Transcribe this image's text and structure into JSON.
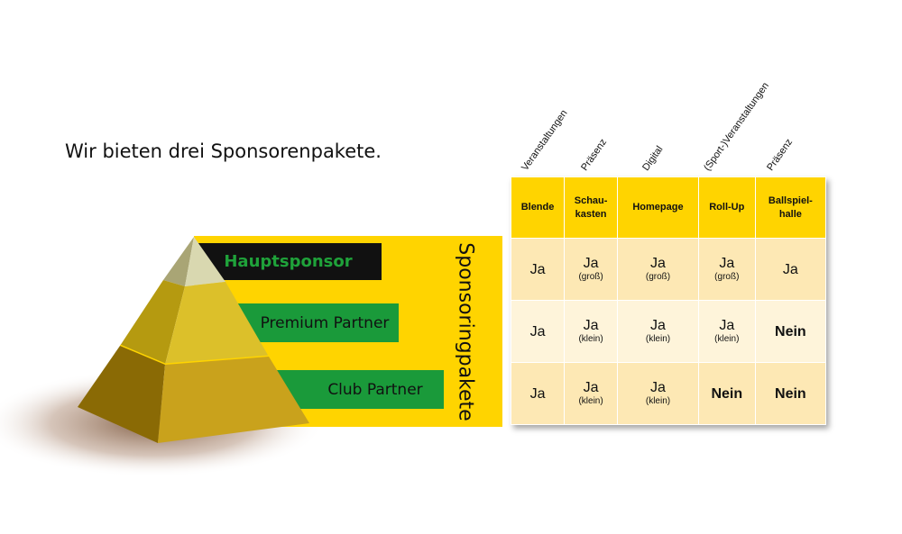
{
  "title": "Wir bieten drei Sponsorenpakete.",
  "pyramid": {
    "side_label": "Sponsoringpakete",
    "tiers": [
      "Hauptsponsor",
      "Premium Partner",
      "Club Partner"
    ]
  },
  "categories": [
    "Veranstaltungen",
    "Präsenz",
    "Digital",
    "(Sport-)Veranstaltungen",
    "Präsenz"
  ],
  "table": {
    "headers": [
      "Blende",
      "Schau-\nkasten",
      "Homepage",
      "Roll-Up",
      "Ballspiel-\nhalle"
    ],
    "rows": [
      [
        {
          "main": "Ja",
          "sub": ""
        },
        {
          "main": "Ja",
          "sub": "(groß)"
        },
        {
          "main": "Ja",
          "sub": "(groß)"
        },
        {
          "main": "Ja",
          "sub": "(groß)"
        },
        {
          "main": "Ja",
          "sub": ""
        }
      ],
      [
        {
          "main": "Ja",
          "sub": ""
        },
        {
          "main": "Ja",
          "sub": "(klein)"
        },
        {
          "main": "Ja",
          "sub": "(klein)"
        },
        {
          "main": "Ja",
          "sub": "(klein)"
        },
        {
          "main": "Nein",
          "sub": ""
        }
      ],
      [
        {
          "main": "Ja",
          "sub": ""
        },
        {
          "main": "Ja",
          "sub": "(klein)"
        },
        {
          "main": "Ja",
          "sub": "(klein)"
        },
        {
          "main": "Nein",
          "sub": ""
        },
        {
          "main": "Nein",
          "sub": ""
        }
      ]
    ]
  },
  "colors": {
    "yellow": "#FFD400",
    "green": "#1a9a3a",
    "black": "#111111",
    "cell_dark": "#FDE8B4",
    "cell_light": "#FEF4DA"
  }
}
